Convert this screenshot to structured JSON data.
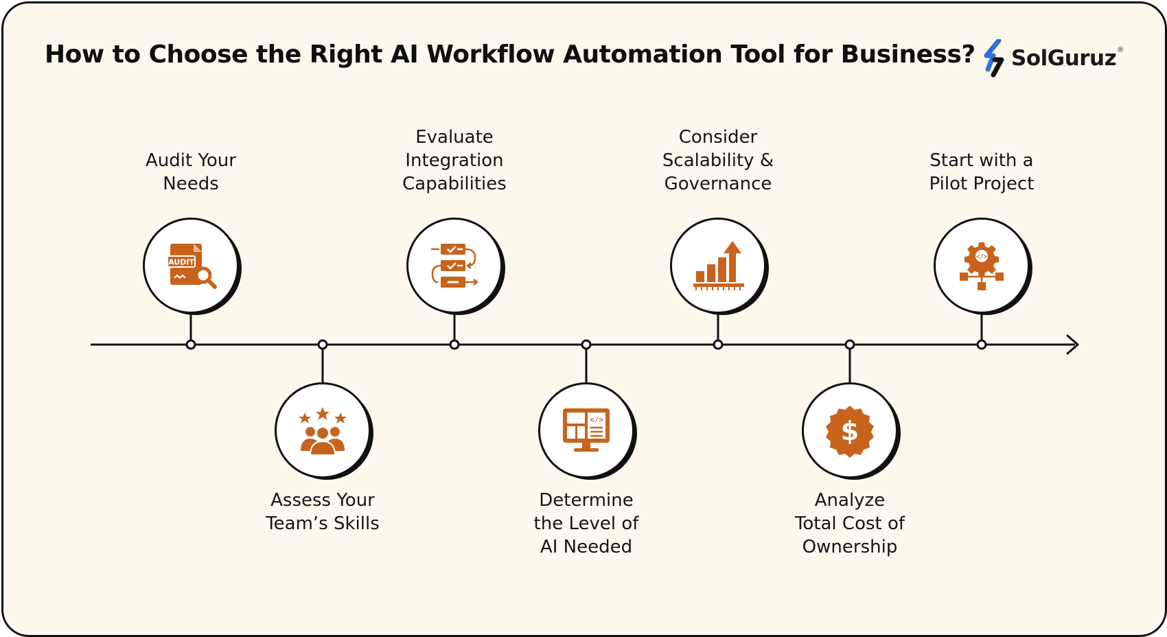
{
  "title": "How to Choose the Right AI Workflow Automation Tool for Business?",
  "brand": {
    "name": "SolGuruz",
    "reg_mark": "®",
    "accent": "#2f6fe0"
  },
  "colors": {
    "icon": "#c8631d",
    "line": "#111111",
    "background": "#fdf8ee"
  },
  "steps": [
    {
      "label": "Audit Your\nNeeds",
      "icon": "audit-document-icon",
      "position": "above"
    },
    {
      "label": "Assess Your\nTeam’s Skills",
      "icon": "team-stars-icon",
      "position": "below"
    },
    {
      "label": "Evaluate\nIntegration\nCapabilities",
      "icon": "integration-flow-icon",
      "position": "above"
    },
    {
      "label": "Determine\nthe Level of\nAI Needed",
      "icon": "monitor-code-icon",
      "position": "below"
    },
    {
      "label": "Consider\nScalability &\nGovernance",
      "icon": "growth-chart-icon",
      "position": "above"
    },
    {
      "label": "Analyze\nTotal Cost of\nOwnership",
      "icon": "dollar-badge-icon",
      "position": "below"
    },
    {
      "label": "Start with a\nPilot Project",
      "icon": "gear-network-icon",
      "position": "above"
    }
  ]
}
